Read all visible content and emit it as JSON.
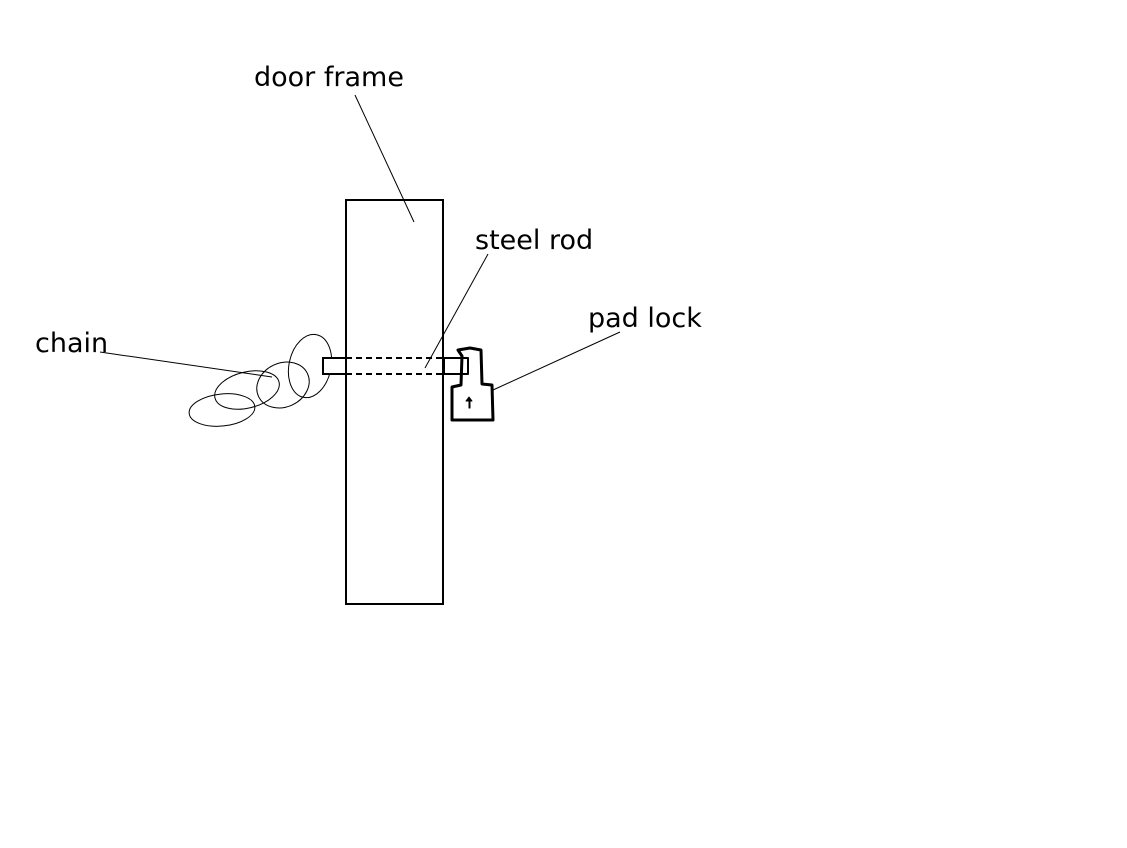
{
  "colors": {
    "background": "#ffffff",
    "ink": "#000000"
  },
  "labels": {
    "door_frame": "door frame",
    "steel_rod": "steel rod",
    "chain": "chain",
    "pad_lock": "pad lock"
  }
}
